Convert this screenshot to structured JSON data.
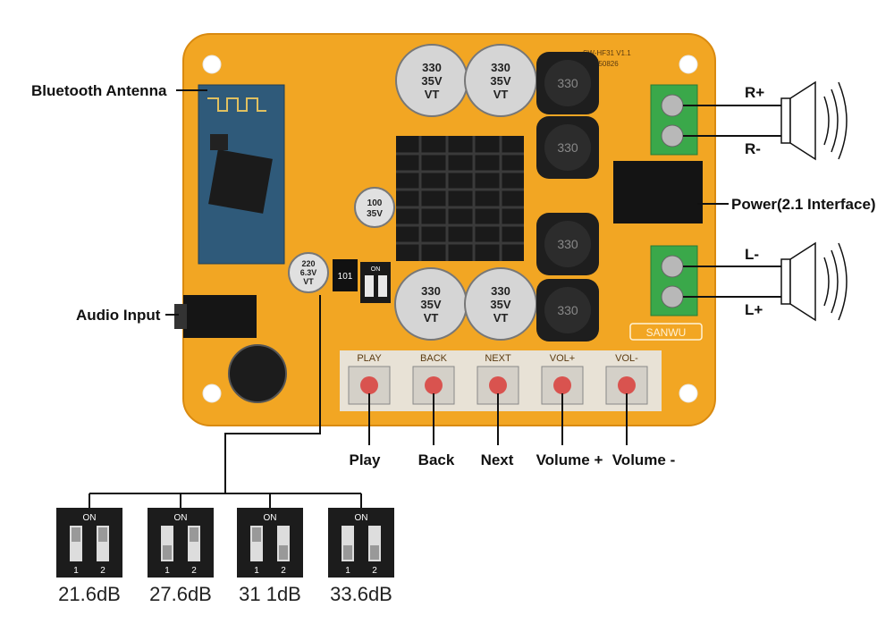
{
  "labels": {
    "bluetooth_antenna": "Bluetooth Antenna",
    "audio_input": "Audio Input",
    "power": "Power(2.1 Interface)",
    "r_plus": "R+",
    "r_minus": "R-",
    "l_minus": "L-",
    "l_plus": "L+"
  },
  "buttons": [
    {
      "silk": "PLAY",
      "label": "Play"
    },
    {
      "silk": "BACK",
      "label": "Back"
    },
    {
      "silk": "NEXT",
      "label": "Next"
    },
    {
      "silk": "VOL+",
      "label": "Volume +"
    },
    {
      "silk": "VOL-",
      "label": "Volume -"
    }
  ],
  "board": {
    "model": "SW-HF31 V1.1",
    "date": "150826",
    "brand": "SANWU",
    "dip_on": "ON",
    "resistor": "101"
  },
  "capacitors": {
    "big": [
      "330",
      "35V",
      "VT"
    ],
    "small": [
      "100",
      "35V"
    ],
    "mid": [
      "220",
      "6.3V",
      "VT"
    ]
  },
  "inductor_text": "330",
  "gain_settings": [
    {
      "on": "ON",
      "pos1": "1",
      "pos2": "2",
      "gain": "21.6dB"
    },
    {
      "on": "ON",
      "pos1": "1",
      "pos2": "2",
      "gain": "27.6dB"
    },
    {
      "on": "ON",
      "pos1": "1",
      "pos2": "2",
      "gain": "31 1dB"
    },
    {
      "on": "ON",
      "pos1": "1",
      "pos2": "2",
      "gain": "33.6dB"
    }
  ],
  "colors": {
    "pcb": "#f2a623",
    "pcb_dark": "#d98a10",
    "bt_module": "#2f5a7a",
    "terminal": "#3aa84a",
    "heatsink": "#1a1a1a",
    "button_cap": "#d9534f"
  }
}
